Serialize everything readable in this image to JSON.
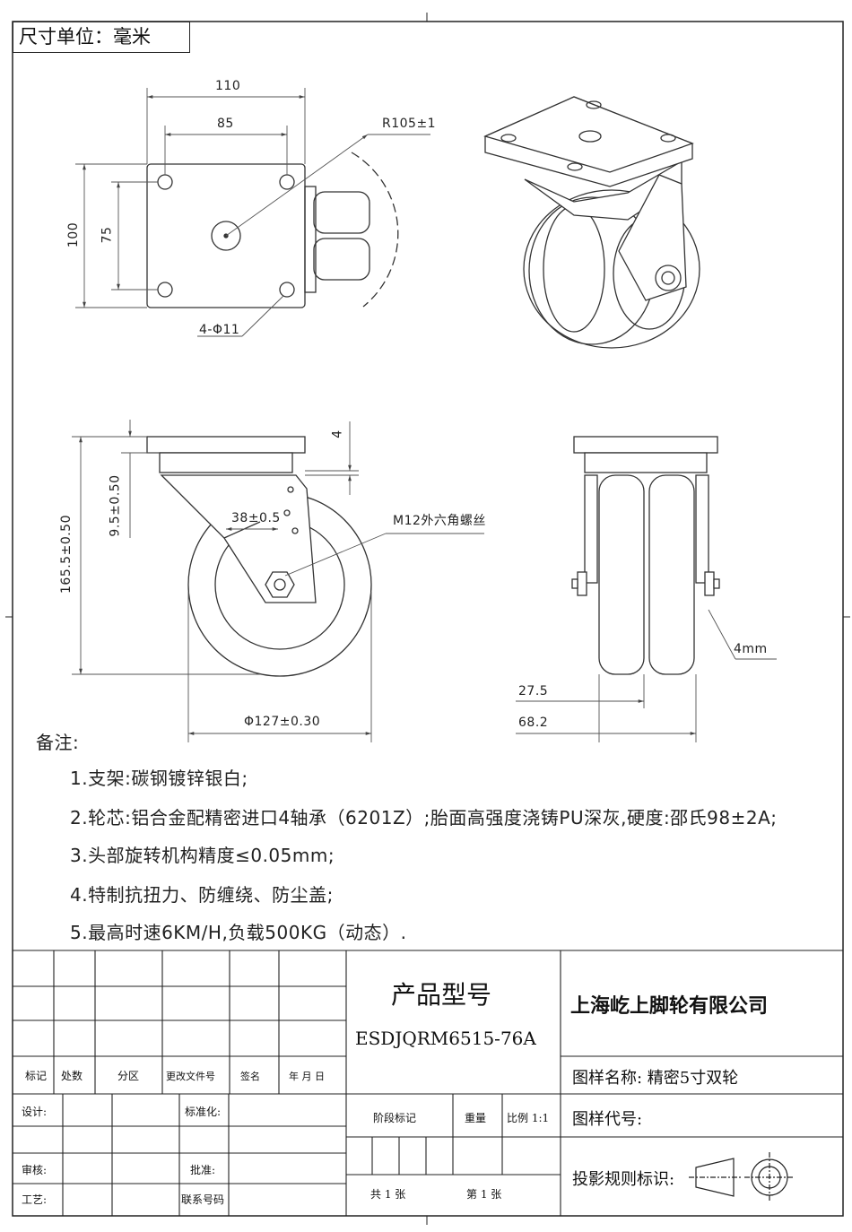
{
  "unit_label": "尺寸单位：毫米",
  "dimensions": {
    "top_width_outer": "110",
    "top_width_inner": "85",
    "top_height_outer": "100",
    "top_height_inner": "75",
    "swivel_radius": "R105±1",
    "bolt_holes": "4-Φ11",
    "total_height": "165.5±0.50",
    "offset": "9.5±0.50",
    "plate_thickness": "4",
    "swivel_lead": "38±0.5",
    "axle_bolt": "M12外六角螺丝",
    "wheel_diameter": "Φ127±0.30",
    "single_wheel_width": "27.5",
    "total_wheel_width": "68.2",
    "fork_thickness": "4mm"
  },
  "notes": {
    "heading": "备注:",
    "items": [
      "1.支架:碳钢镀锌银白;",
      "2.轮芯:铝合金配精密进口4轴承（6201Z）;胎面高强度浇铸PU深灰,硬度:邵氏98±2A;",
      "3.头部旋转机构精度≤0.05mm;",
      "4.特制抗扭力、防缠绕、防尘盖;",
      "5.最高时速6KM/H,负载500KG（动态）."
    ]
  },
  "title_block": {
    "headers": [
      "标记",
      "处数",
      "分区",
      "更改文件号",
      "签名",
      "年 月 日"
    ],
    "design": "设计:",
    "standardize": "标准化:",
    "review": "审核:",
    "approve": "批准:",
    "process": "工艺:",
    "contact_no": "联系号码",
    "product_model_label": "产品型号",
    "product_model": "ESDJQRM6515-76A",
    "stage_mark": "阶段标记",
    "weight": "重量",
    "scale": "比例 1:1",
    "total_sheets": "共 1 张",
    "sheet_no": "第 1 张",
    "company": "上海屹上脚轮有限公司",
    "drawing_name": "图样名称: 精密5寸双轮",
    "drawing_code": "图样代号:",
    "projection": "投影规则标识:"
  }
}
